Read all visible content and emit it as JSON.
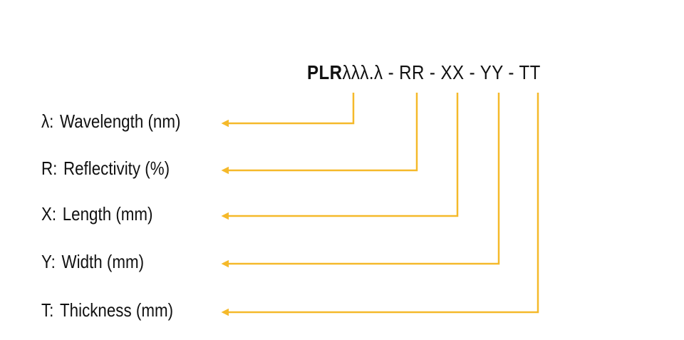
{
  "code": {
    "prefix": "PLR",
    "rest": "λλλ.λ - RR - XX - YY - TT"
  },
  "legend": [
    {
      "symbol": "λ:",
      "label": "Wavelength (nm)"
    },
    {
      "symbol": "R:",
      "label": "Reflectivity (%)"
    },
    {
      "symbol": "X:",
      "label": "Length (mm)"
    },
    {
      "symbol": "Y:",
      "label": "Width (mm)"
    },
    {
      "symbol": "T:",
      "label": "Thickness (mm)"
    }
  ],
  "colors": {
    "arrow": "#F5B92A",
    "text": "#111111"
  }
}
